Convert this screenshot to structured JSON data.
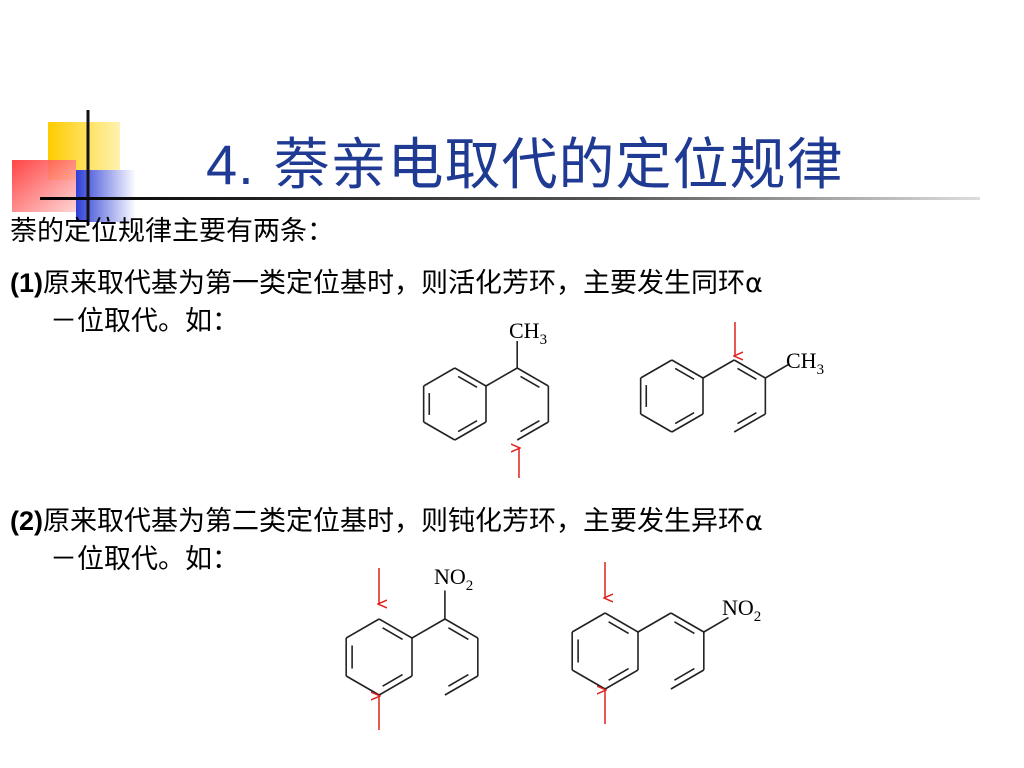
{
  "slide": {
    "title_num": "4.",
    "title_text": "萘亲电取代的定位规律",
    "intro": "萘的定位规律主要有两条：",
    "rule1": {
      "label": "(1)",
      "line1": "原来取代基为第一类定位基时，则活化芳环，主要发生同环α",
      "line2": "－位取代。如："
    },
    "rule2": {
      "label": "(2)",
      "line1": "原来取代基为第二类定位基时，则钝化芳环，主要发生异环α",
      "line2": "－位取代。如："
    }
  },
  "molecules": {
    "ch3": "CH",
    "ch3_sub": "3",
    "no2": "NO",
    "no2_sub": "2"
  },
  "colors": {
    "title": "#1f3a93",
    "arrow": "#e0201c",
    "accent_yellow": "#ffcc00",
    "accent_blue": "#3b4bd8",
    "accent_red": "#ff4040"
  }
}
